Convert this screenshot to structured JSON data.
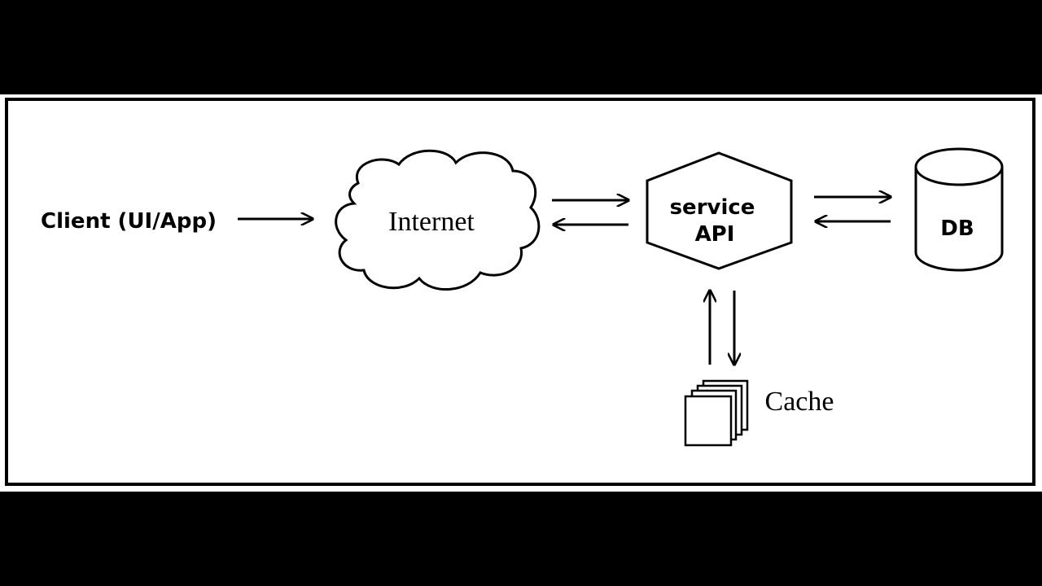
{
  "diagram": {
    "nodes": {
      "client": {
        "label": "Client (UI/App)",
        "shape": "text"
      },
      "internet": {
        "label": "Internet",
        "shape": "cloud"
      },
      "service_api": {
        "label_line1": "service",
        "label_line2": "API",
        "shape": "hexagon"
      },
      "db": {
        "label": "DB",
        "shape": "cylinder"
      },
      "cache": {
        "label": "Cache",
        "shape": "stacked-pages"
      }
    },
    "edges": [
      {
        "from": "client",
        "to": "internet",
        "direction": "one-way"
      },
      {
        "from": "internet",
        "to": "service_api",
        "direction": "two-way"
      },
      {
        "from": "service_api",
        "to": "db",
        "direction": "two-way"
      },
      {
        "from": "service_api",
        "to": "cache",
        "direction": "two-way"
      }
    ],
    "colors": {
      "background": "#000000",
      "panel": "#ffffff",
      "stroke": "#000000",
      "text": "#000000"
    }
  }
}
